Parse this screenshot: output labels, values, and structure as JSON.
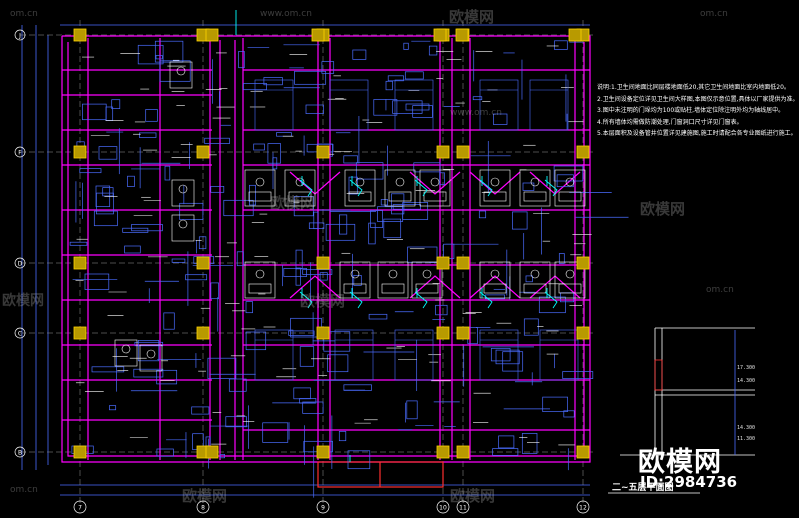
{
  "watermark": {
    "brand": "欧模网",
    "site": "www.om.cn",
    "site_short": "om.cn",
    "id_text": "ID:2984736"
  },
  "notes": {
    "lines": [
      "说明:1.卫生间地面比同层楼地面低20,其它卫生间地面比室内地面低20。",
      "2.卫生间设备定位详见卫生间大样图,本图仅示意位置,具体以厂家提供为准。",
      "3.图中未注明的门垛均为100或贴柱,墙体定位除注明外均为轴线居中。",
      "4.所有墙体均需做防潮处理,门窗洞口尺寸详见门窗表。",
      "5.本层面积及设备管井位置详见建施图,施工时请配合各专业图纸进行施工。"
    ]
  },
  "plan_title": "二~五层平面图",
  "axes": {
    "rows": [
      "J",
      "F",
      "D",
      "C",
      "B"
    ],
    "columns": [
      "7",
      "8",
      "9",
      "10",
      "11",
      "12"
    ]
  },
  "elevations": [
    "17.300",
    "14.300",
    "14.300",
    "11.300"
  ],
  "colors": {
    "background": "#000000",
    "wall_magenta": "#ff00ff",
    "column_yellow": "#ffd400",
    "dim_blue": "#4a6cff",
    "text_white": "#ffffff",
    "grid_gray": "#9a9a9a",
    "cyan_fixture": "#00ffff",
    "red_line": "#ff3030"
  }
}
